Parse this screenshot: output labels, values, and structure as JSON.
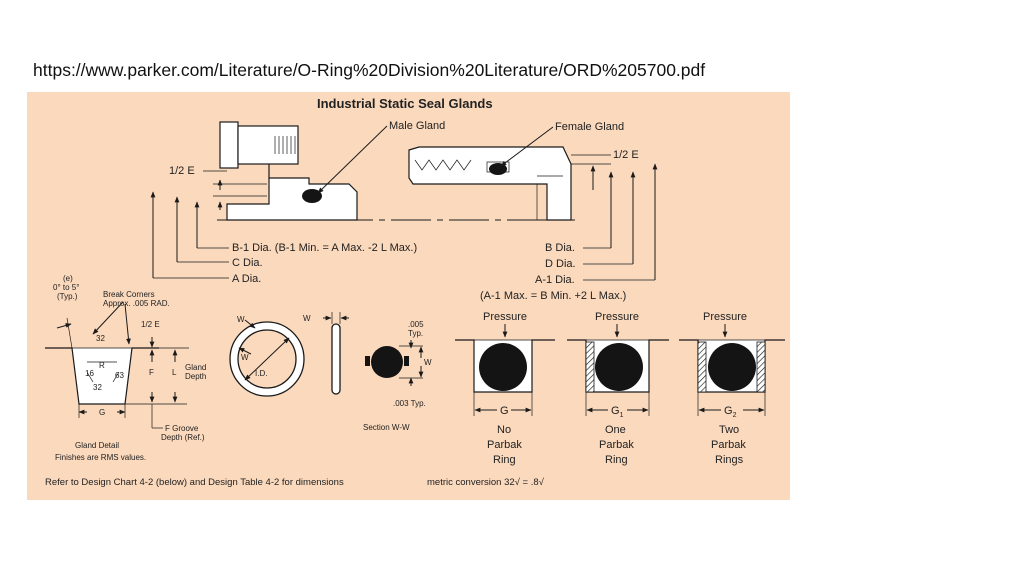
{
  "source_url": "https://www.parker.com/Literature/O-Ring%20Division%20Literature/ORD%205700.pdf",
  "diagram": {
    "title": "Industrial Static Seal Glands",
    "callouts": {
      "male_gland": "Male Gland",
      "female_gland": "Female Gland",
      "half_e_left": "1/2 E",
      "half_e_right": "1/2 E"
    },
    "dimension_labels": {
      "b1": "B-1 Dia. (B-1 Min. = A Max. -2 L Max.)",
      "c": "C Dia.",
      "a": "A Dia.",
      "b": "B Dia.",
      "d": "D Dia.",
      "a1": "A-1 Dia.",
      "a1_note": "(A-1 Max. = B Min. +2 L Max.)"
    },
    "gland_detail": {
      "angle_e": "(e)",
      "angle_range": "0° to 5°",
      "angle_typ": "(Typ.)",
      "break_corners_1": "Break Corners",
      "break_corners_2": "Approx. .005 RAD.",
      "half_e": "1/2 E",
      "finish_32_top": "32",
      "finish_r": "R",
      "finish_16": "16",
      "finish_63": "63",
      "finish_32_bottom": "32",
      "f": "F",
      "l": "L",
      "gland_depth_1": "Gland",
      "gland_depth_2": "Depth",
      "g": "G",
      "f_groove_1": "F Groove",
      "f_groove_2": "Depth (Ref.)",
      "caption_1": "Gland Detail",
      "caption_2": "Finishes are RMS values."
    },
    "oring": {
      "w_top": "W",
      "w_side": "W",
      "w_inner": "W",
      "id": "I.D."
    },
    "section": {
      "typ_005": ".005",
      "typ_005_b": "Typ.",
      "w": "W",
      "typ_003": ".003 Typ.",
      "caption": "Section W-W"
    },
    "glands": [
      {
        "pressure": "Pressure",
        "dim": "G",
        "line1": "No",
        "line2": "Parbak",
        "line3": "Ring"
      },
      {
        "pressure": "Pressure",
        "dim": "G",
        "sub": "1",
        "line1": "One",
        "line2": "Parbak",
        "line3": "Ring"
      },
      {
        "pressure": "Pressure",
        "dim": "G",
        "sub": "2",
        "line1": "Two",
        "line2": "Parbak",
        "line3": "Rings"
      }
    ],
    "footer_left": "Refer to Design Chart 4-2 (below) and Design Table 4-2 for dimensions",
    "footer_right": "metric conversion 32√ = .8√"
  }
}
